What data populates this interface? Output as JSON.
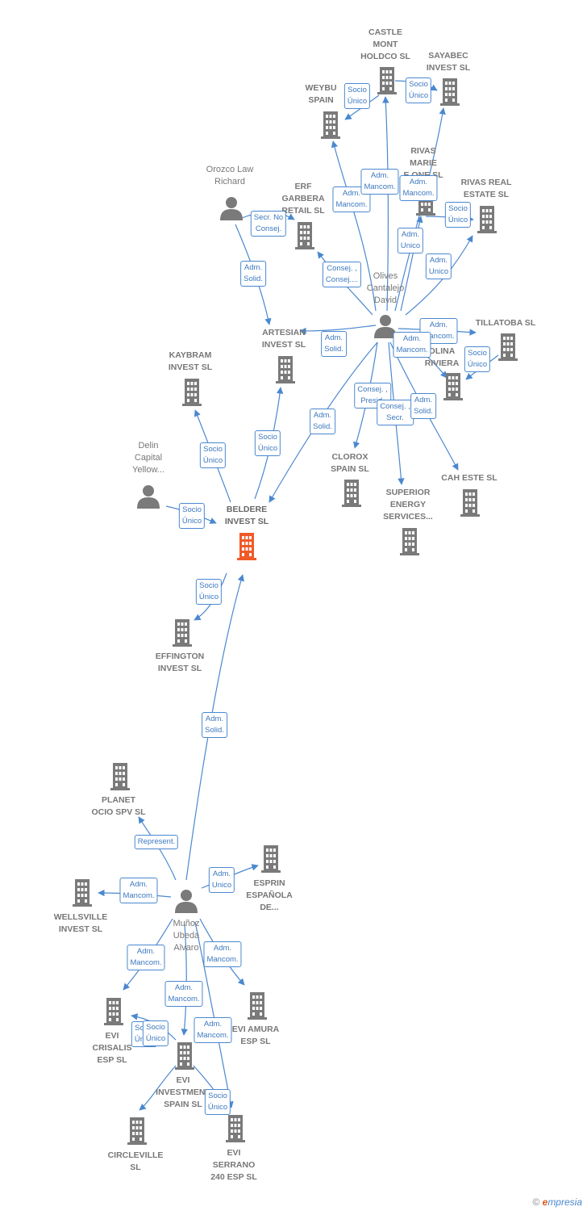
{
  "colors": {
    "edge": "#4a88cf",
    "node": "#7a7a7a",
    "focus": "#f05a28"
  },
  "nodes": [
    {
      "id": "beldere",
      "type": "company",
      "focus": true,
      "name": "BELDERE\nINVEST SL"
    },
    {
      "id": "olives",
      "type": "person",
      "name": "Olives\nCantalejo\nDavid"
    },
    {
      "id": "munoz",
      "type": "person",
      "name": "Muñoz\nUbeda\nAlvaro"
    },
    {
      "id": "orozco",
      "type": "person",
      "name": "Orozco Law\nRichard"
    },
    {
      "id": "delin",
      "type": "person",
      "name": "Delin\nCapital\nYellow..."
    },
    {
      "id": "castle",
      "type": "company",
      "name": "CASTLE\nMONT\nHOLDCO SL"
    },
    {
      "id": "sayabec",
      "type": "company",
      "name": "SAYABEC\nINVEST SL"
    },
    {
      "id": "weybu",
      "type": "company",
      "name": "WEYBU\nSPAIN"
    },
    {
      "id": "rivasmarie",
      "type": "company",
      "name": "RIVAS\nMARIE\nE ONE SL"
    },
    {
      "id": "rivasreal",
      "type": "company",
      "name": "RIVAS REAL\nESTATE SL"
    },
    {
      "id": "erf",
      "type": "company",
      "name": "ERF\nGARBERA\nRETAIL SL"
    },
    {
      "id": "artesian",
      "type": "company",
      "name": "ARTESIAN\nINVEST SL"
    },
    {
      "id": "tillatoba",
      "type": "company",
      "name": "TILLATOBA SL"
    },
    {
      "id": "molina",
      "type": "company",
      "name": "OLINA\nRIVIERA"
    },
    {
      "id": "kaybram",
      "type": "company",
      "name": "KAYBRAM\nINVEST SL"
    },
    {
      "id": "clorox",
      "type": "company",
      "name": "CLOROX\nSPAIN SL"
    },
    {
      "id": "cahete",
      "type": "company",
      "name": "CAH ESTE SL"
    },
    {
      "id": "superior",
      "type": "company",
      "name": "SUPERIOR\nENERGY\nSERVICES..."
    },
    {
      "id": "effington",
      "type": "company",
      "name": "EFFINGTON\nINVEST SL"
    },
    {
      "id": "planet",
      "type": "company",
      "name": "PLANET\nOCIO SPV SL"
    },
    {
      "id": "esprin",
      "type": "company",
      "name": "ESPRIN\nESPAÑOLA\nDE..."
    },
    {
      "id": "wellsville",
      "type": "company",
      "name": "WELLSVILLE\nINVEST SL"
    },
    {
      "id": "evicrisalis",
      "type": "company",
      "name": "EVI\nCRISALIS\nESP SL"
    },
    {
      "id": "eviamura",
      "type": "company",
      "name": "EVI AMURA\nESP SL"
    },
    {
      "id": "eviinvest",
      "type": "company",
      "name": "EVI\nINVESTMENT\nSPAIN SL"
    },
    {
      "id": "circleville",
      "type": "company",
      "name": "CIRCLEVILLE\nSL"
    },
    {
      "id": "eviserrano",
      "type": "company",
      "name": "EVI\nSERRANO\n240 ESP SL"
    }
  ],
  "edges": [
    {
      "from": "olives",
      "to": "weybu",
      "label": "Adm.\nMancom."
    },
    {
      "from": "olives",
      "to": "castle",
      "label": "Adm.\nMancom."
    },
    {
      "from": "olives",
      "to": "sayabec",
      "label": "Adm.\nMancom."
    },
    {
      "from": "olives",
      "to": "rivasmarie",
      "label": "Adm.\nUnico"
    },
    {
      "from": "olives",
      "to": "rivasreal",
      "label": "Adm.\nUnico"
    },
    {
      "from": "olives",
      "to": "erf",
      "label": "Consej. ,\nConsej...."
    },
    {
      "from": "olives",
      "to": "artesian",
      "label": "Adm.\nSolid."
    },
    {
      "from": "olives",
      "to": "tillatoba",
      "label": "Adm.\nMancom."
    },
    {
      "from": "olives",
      "to": "molina",
      "label": "Adm.\nMancom."
    },
    {
      "from": "olives",
      "to": "clorox",
      "label": "Consej. ,\nPresid."
    },
    {
      "from": "olives",
      "to": "superior",
      "label": "Consej. ,\nSecr."
    },
    {
      "from": "olives",
      "to": "cahete",
      "label": "Adm.\nSolid."
    },
    {
      "from": "olives",
      "to": "beldere",
      "label": "Adm.\nSolid."
    },
    {
      "from": "castle",
      "to": "weybu",
      "label": "Socio\nÚnico"
    },
    {
      "from": "castle",
      "to": "sayabec",
      "label": "Socio\nÚnico"
    },
    {
      "from": "rivasmarie",
      "to": "rivasreal",
      "label": "Socio\nÚnico"
    },
    {
      "from": "tillatoba",
      "to": "molina",
      "label": "Socio\nÚnico"
    },
    {
      "from": "orozco",
      "to": "erf",
      "label": "Secr. No\nConsej."
    },
    {
      "from": "orozco",
      "to": "artesian",
      "label": "Adm.\nSolid."
    },
    {
      "from": "beldere",
      "to": "artesian",
      "label": "Socio\nÚnico"
    },
    {
      "from": "beldere",
      "to": "kaybram",
      "label": "Socio\nÚnico"
    },
    {
      "from": "delin",
      "to": "beldere",
      "label": "Socio\nÚnico"
    },
    {
      "from": "beldere",
      "to": "effington",
      "label": "Socio\nÚnico"
    },
    {
      "from": "munoz",
      "to": "beldere",
      "label": "Adm.\nSolid."
    },
    {
      "from": "munoz",
      "to": "planet",
      "label": "Represent."
    },
    {
      "from": "munoz",
      "to": "esprin",
      "label": "Adm.\nUnico"
    },
    {
      "from": "munoz",
      "to": "wellsville",
      "label": "Adm.\nMancom."
    },
    {
      "from": "munoz",
      "to": "evicrisalis",
      "label": "Adm.\nMancom."
    },
    {
      "from": "munoz",
      "to": "eviamura",
      "label": "Adm.\nMancom."
    },
    {
      "from": "munoz",
      "to": "eviinvest",
      "label": "Adm.\nMancom."
    },
    {
      "from": "munoz",
      "to": "eviserrano",
      "label": "Adm.\nMancom."
    },
    {
      "from": "eviinvest",
      "to": "evicrisalis",
      "label": "Socio\nÚnico"
    },
    {
      "from": "eviinvest",
      "to": "circleville",
      "label": "Socio\nÚnico"
    },
    {
      "from": "eviinvest",
      "to": "eviserrano",
      "label": "Socio\nÚnico"
    }
  ],
  "footer": {
    "copyright": "©",
    "brand_e": "e",
    "brand_rest": "mpresia"
  }
}
